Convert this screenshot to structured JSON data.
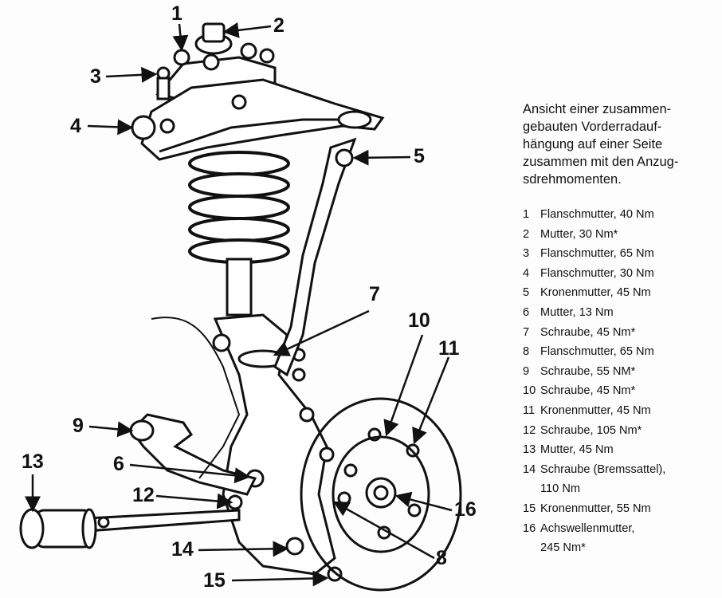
{
  "caption": {
    "lines": [
      "Ansicht einer zusammen-",
      "gebauten Vorderradauf-",
      "hängung auf einer Seite",
      "zusammen mit den Anzug-",
      "sdrehmomenten."
    ]
  },
  "legend": [
    {
      "num": "1",
      "text": "Flanschmutter, 40 Nm"
    },
    {
      "num": "2",
      "text": "Mutter, 30 Nm*"
    },
    {
      "num": "3",
      "text": "Flanschmutter, 65 Nm"
    },
    {
      "num": "4",
      "text": "Flanschmutter, 30 Nm"
    },
    {
      "num": "5",
      "text": "Kronenmutter, 45 Nm"
    },
    {
      "num": "6",
      "text": "Mutter, 13 Nm"
    },
    {
      "num": "7",
      "text": "Schraube, 45 Nm*"
    },
    {
      "num": "8",
      "text": "Flanschmutter, 65 Nm"
    },
    {
      "num": "9",
      "text": "Schraube, 55 NM*"
    },
    {
      "num": "10",
      "text": "Schraube, 45 Nm*"
    },
    {
      "num": "11",
      "text": "Kronenmutter, 45 Nm"
    },
    {
      "num": "12",
      "text": "Schraube, 105 Nm*"
    },
    {
      "num": "13",
      "text": "Mutter, 45 Nm"
    },
    {
      "num": "14",
      "text": "Schraube (Bremssattel),"
    },
    {
      "num": "",
      "text": "110 Nm"
    },
    {
      "num": "15",
      "text": "Kronenmutter, 55 Nm"
    },
    {
      "num": "16",
      "text": "Achswellenmutter,"
    },
    {
      "num": "",
      "text": "245 Nm*"
    }
  ],
  "callouts": [
    "1",
    "2",
    "3",
    "4",
    "5",
    "6",
    "7",
    "8",
    "9",
    "10",
    "11",
    "12",
    "13",
    "14",
    "15",
    "16"
  ]
}
